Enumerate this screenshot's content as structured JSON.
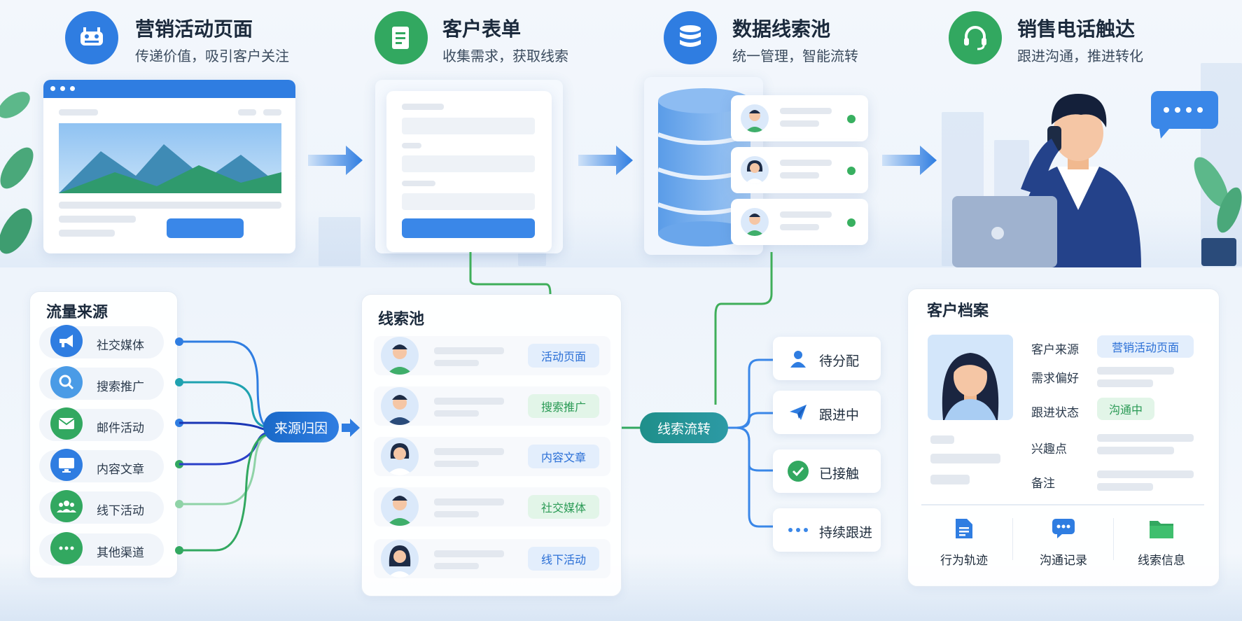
{
  "steps": [
    {
      "title": "营销活动页面",
      "subtitle": "传递价值，吸引客户关注",
      "icon": "megaphone-icon",
      "color": "#2f7de1"
    },
    {
      "title": "客户表单",
      "subtitle": "收集需求，获取线索",
      "icon": "form-document-icon",
      "color": "#32a860"
    },
    {
      "title": "数据线索池",
      "subtitle": "统一管理，智能流转",
      "icon": "database-icon",
      "color": "#2f7de1"
    },
    {
      "title": "销售电话触达",
      "subtitle": "跟进沟通，推进转化",
      "icon": "headset-icon",
      "color": "#32a860"
    }
  ],
  "traffic_sources": {
    "title": "流量来源",
    "items": [
      {
        "label": "社交媒体",
        "icon": "megaphone-icon",
        "color": "#2f7de1"
      },
      {
        "label": "搜索推广",
        "icon": "search-icon",
        "color": "#4a9be6"
      },
      {
        "label": "邮件活动",
        "icon": "mail-icon",
        "color": "#32a860"
      },
      {
        "label": "内容文章",
        "icon": "monitor-icon",
        "color": "#2f7de1"
      },
      {
        "label": "线下活动",
        "icon": "people-icon",
        "color": "#32a860"
      },
      {
        "label": "其他渠道",
        "icon": "more-icon",
        "color": "#32a860"
      }
    ]
  },
  "attribution_node": "来源归因",
  "lead_pool": {
    "title": "线索池",
    "rows": [
      {
        "tag": "活动页面",
        "tag_style": "blue"
      },
      {
        "tag": "搜索推广",
        "tag_style": "green"
      },
      {
        "tag": "内容文章",
        "tag_style": "blue"
      },
      {
        "tag": "社交媒体",
        "tag_style": "green"
      },
      {
        "tag": "线下活动",
        "tag_style": "blue"
      }
    ]
  },
  "flow_node": "线索流转",
  "statuses": [
    {
      "label": "待分配",
      "icon": "user-icon"
    },
    {
      "label": "跟进中",
      "icon": "send-icon"
    },
    {
      "label": "已接触",
      "icon": "check-circle-icon"
    },
    {
      "label": "持续跟进",
      "icon": "more-icon"
    }
  ],
  "profile": {
    "title": "客户档案",
    "fields": [
      {
        "label": "客户来源",
        "value": "营销活动页面",
        "style": "blue"
      },
      {
        "label": "需求偏好",
        "value": ""
      },
      {
        "label": "跟进状态",
        "value": "沟通中",
        "style": "green"
      },
      {
        "label": "兴趣点",
        "value": ""
      },
      {
        "label": "备注",
        "value": ""
      }
    ],
    "tabs": [
      {
        "label": "行为轨迹",
        "icon": "document-icon",
        "color": "#2f7de1"
      },
      {
        "label": "沟通记录",
        "icon": "chat-icon",
        "color": "#2f7de1"
      },
      {
        "label": "线索信息",
        "icon": "folder-icon",
        "color": "#32a860"
      }
    ]
  },
  "colors": {
    "blue": "#2f7de1",
    "green": "#32a860",
    "teal": "#1f8f8a"
  }
}
